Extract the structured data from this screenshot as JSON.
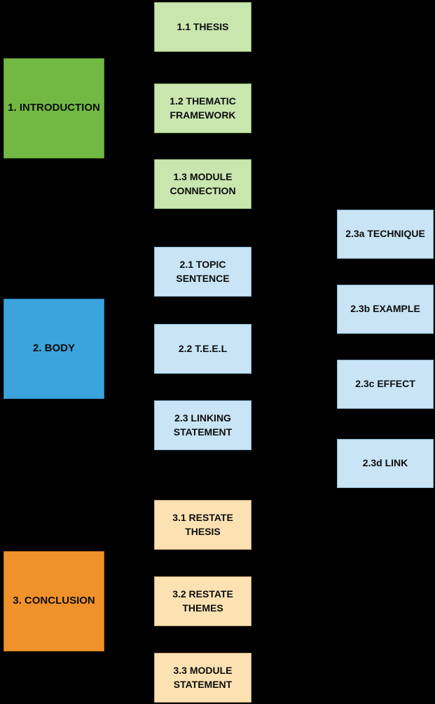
{
  "canvas": {
    "background_color": "#000000",
    "text_color": "#0d0d0d"
  },
  "colors": {
    "introduction_fill": "#72B944",
    "introduction_sub_fill": "#C9E6AF",
    "body_fill": "#3BA4DC",
    "body_sub_fill": "#C8E4F5",
    "conclusion_fill": "#F0922B",
    "conclusion_sub_fill": "#FCE2B3"
  },
  "nodes": {
    "introduction": {
      "label": "1. INTRODUCTION"
    },
    "thesis": {
      "label": "1.1 THESIS"
    },
    "thematic_framework": {
      "label": "1.2 THEMATIC FRAMEWORK"
    },
    "module_connection": {
      "label": "1.3 MODULE CONNECTION"
    },
    "body": {
      "label": "2. BODY"
    },
    "topic_sentence": {
      "label": "2.1 TOPIC SENTENCE"
    },
    "teel": {
      "label": "2.2 T.E.E.L"
    },
    "linking_statement": {
      "label": "2.3 LINKING STATEMENT"
    },
    "technique": {
      "label": "2.3a TECHNIQUE"
    },
    "example": {
      "label": "2.3b EXAMPLE"
    },
    "effect": {
      "label": "2.3c EFFECT"
    },
    "link": {
      "label": "2.3d LINK"
    },
    "conclusion": {
      "label": "3. CONCLUSION"
    },
    "restate_thesis": {
      "label": "3.1 RESTATE THESIS"
    },
    "restate_themes": {
      "label": "3.2 RESTATE THEMES"
    },
    "module_statement": {
      "label": "3.3 MODULE STATEMENT"
    }
  }
}
